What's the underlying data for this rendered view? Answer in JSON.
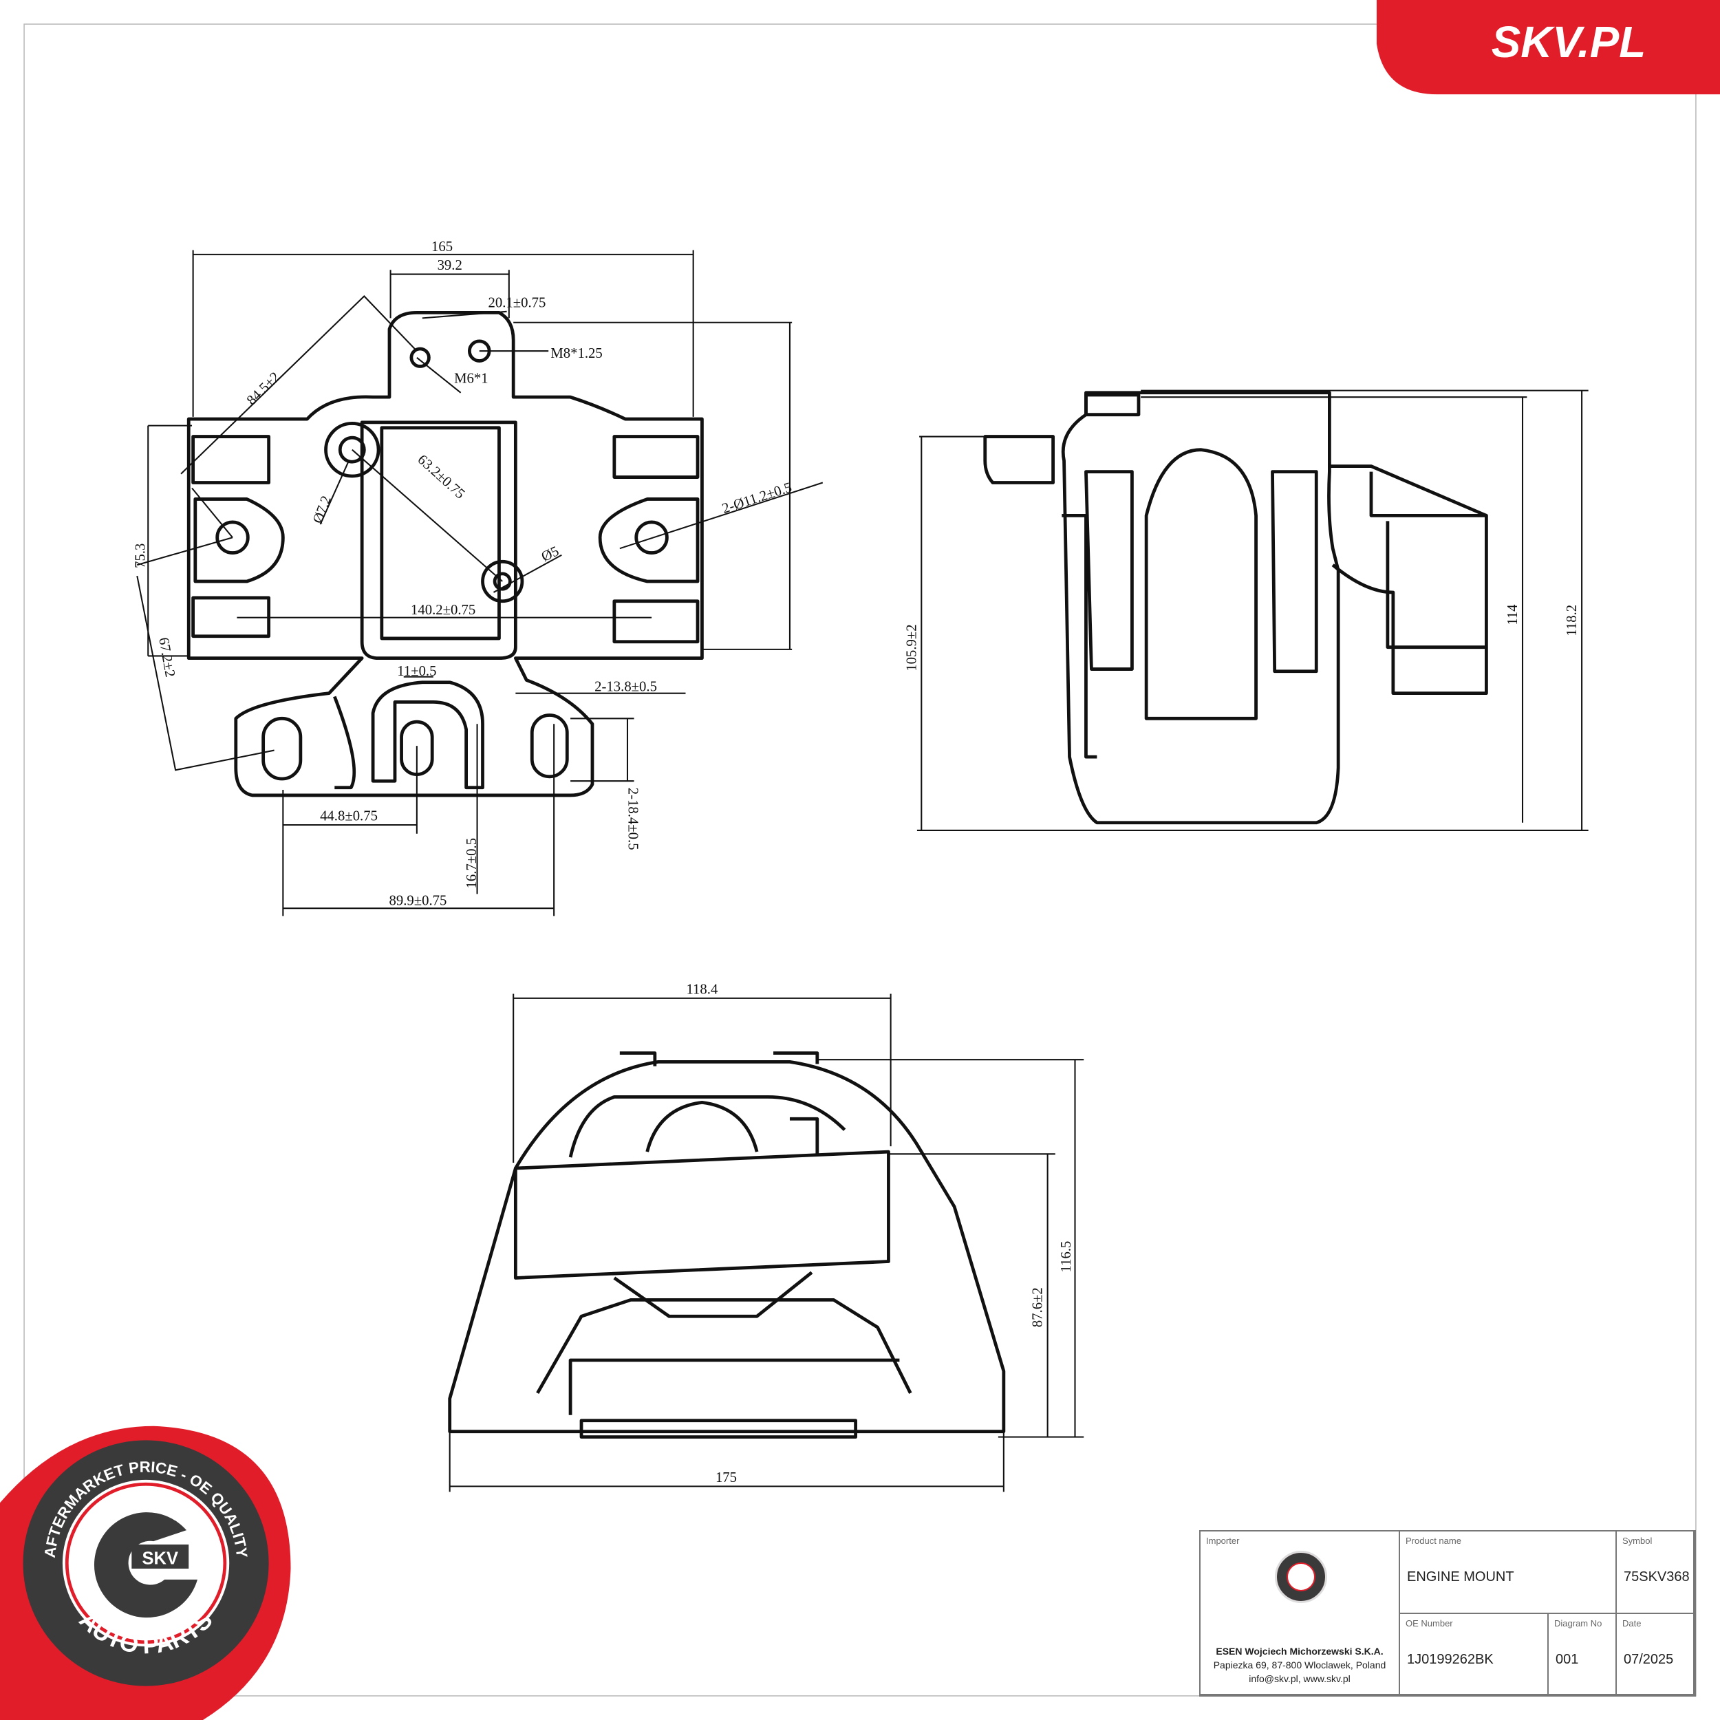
{
  "brand": {
    "logo_text": "SKV.PL",
    "accent_color": "#e11d2a"
  },
  "badge": {
    "top_text": "AFTERMARKET PRICE - OE QUALITY",
    "center_text": "SKV",
    "bottom_text": "AUTO PARTS"
  },
  "top_view_dims": {
    "d165": "165",
    "d39_2": "39.2",
    "d20_1": "20.1±0.75",
    "m8": "M8*1.25",
    "m6": "M6*1",
    "d84_5": "84.5±2",
    "d75_3": "75.3",
    "d7_2": "Ø7.2",
    "d63_2": "63.2±0.75",
    "d5": "Ø5",
    "d11_2": "2-Ø11.2±0.5",
    "d140_2": "140.2±0.75",
    "d67_2": "67.2±2",
    "d11": "11±0.5",
    "d13_8": "2-13.8±0.5",
    "d44_8": "44.8±0.75",
    "d16_7": "16.7±0.5",
    "d18_4": "2-18.4±0.5",
    "d89_9": "89.9±0.75"
  },
  "side_view_dims": {
    "d105_9": "105.9±2",
    "d114": "114",
    "d118_2": "118.2"
  },
  "front_view_dims": {
    "d118_4": "118.4",
    "d87_6": "87.6±2",
    "d116_5": "116.5",
    "d175": "175"
  },
  "title_block": {
    "importer_label": "Importer",
    "importer_name": "ESEN Wojciech Michorzewski S.K.A.",
    "importer_address": "Papiezka 69, 87-800 Wloclawek, Poland",
    "importer_contact": "info@skv.pl, www.skv.pl",
    "product_name_label": "Product name",
    "product_name": "ENGINE MOUNT",
    "symbol_label": "Symbol",
    "symbol": "75SKV368",
    "oe_number_label": "OE Number",
    "oe_number": "1J0199262BK",
    "diagram_no_label": "Diagram No",
    "diagram_no": "001",
    "date_label": "Date",
    "date": "07/2025"
  }
}
